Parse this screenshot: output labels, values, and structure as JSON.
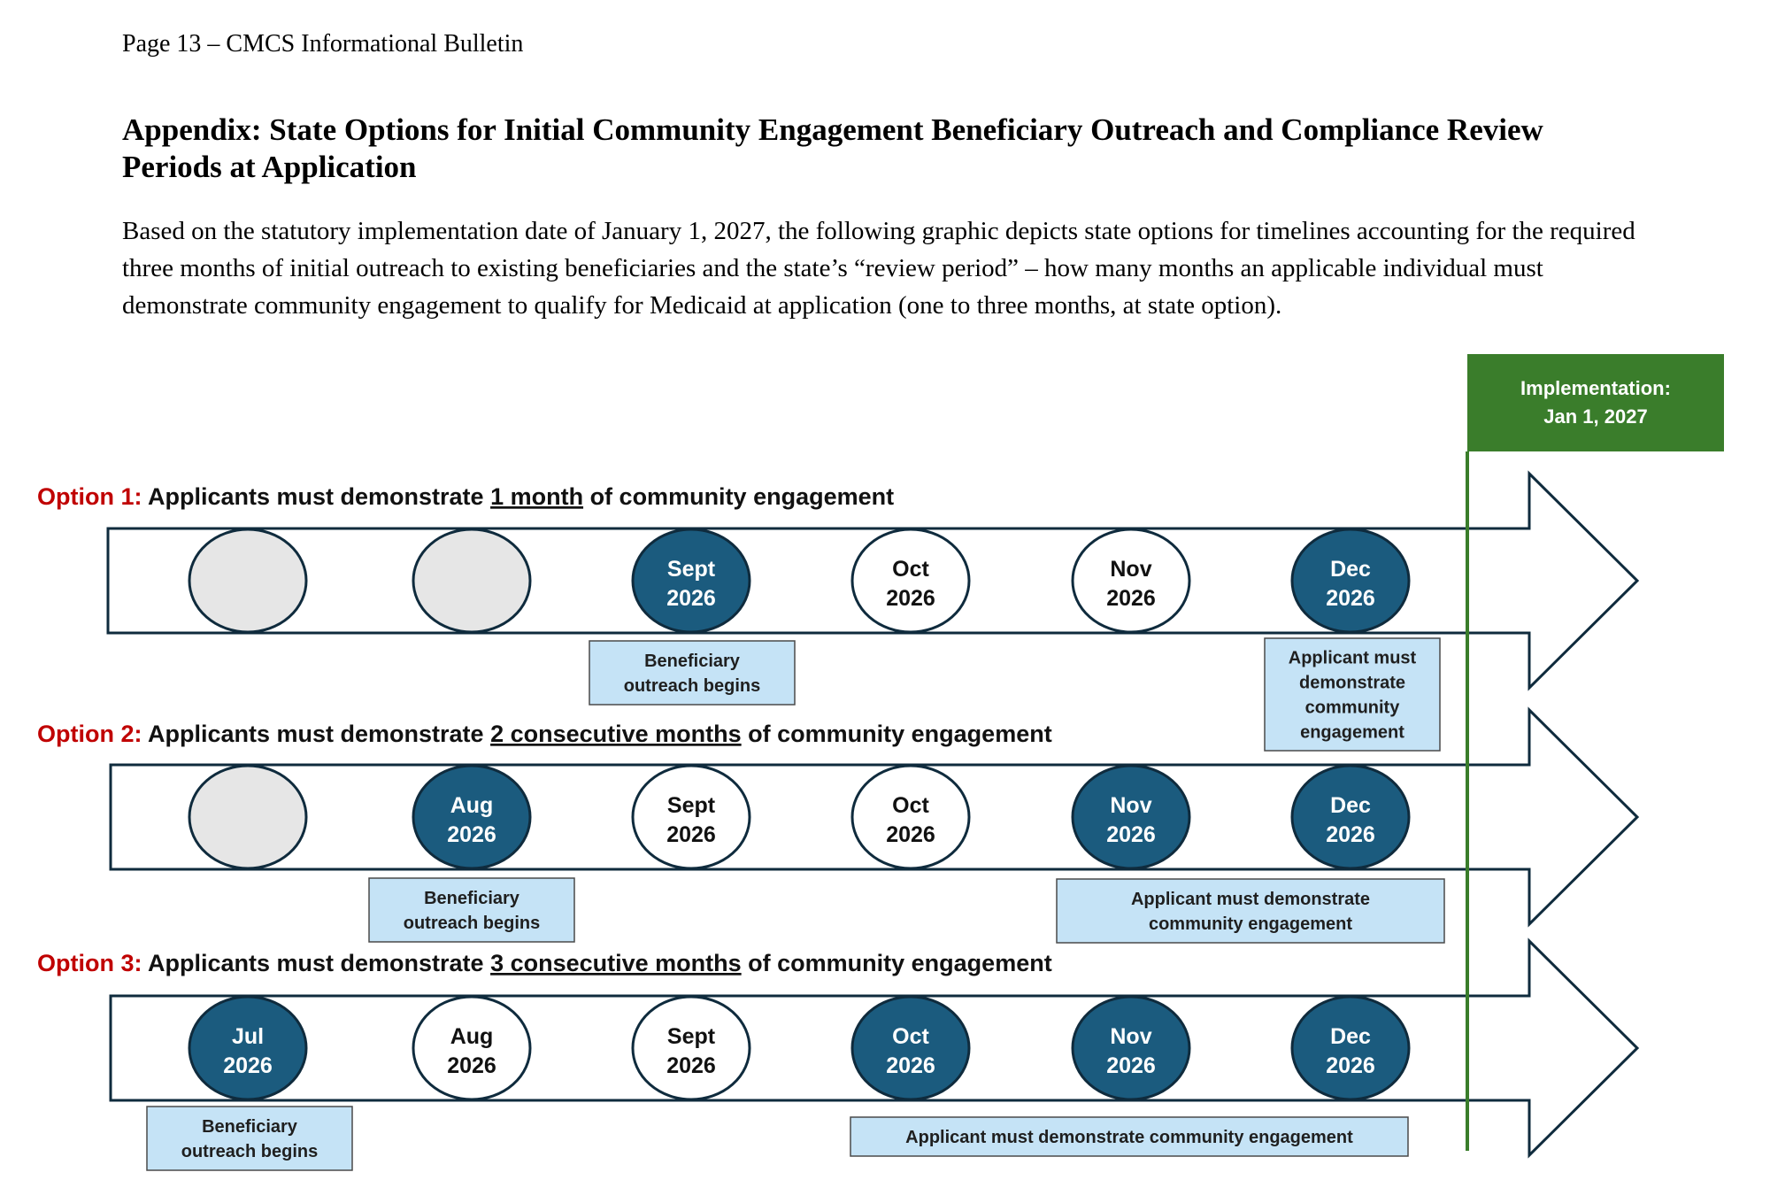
{
  "page_header": "Page 13 – CMCS Informational Bulletin",
  "appendix_title": "Appendix: State Options for Initial Community Engagement Beneficiary Outreach and Compliance Review Periods at Application",
  "intro_paragraph": "Based on the statutory implementation date of January 1, 2027, the following graphic depicts state options for timelines accounting for the required three months of initial outreach to existing beneficiaries and the state’s “review period” – how many months an applicable individual must demonstrate community engagement to qualify for Medicaid at application (one to three months, at state option).",
  "implementation": {
    "line1": "Implementation:",
    "line2": "Jan 1, 2027"
  },
  "colors": {
    "highlight_fill": "#1b5b7e",
    "empty_fill": "#e6e6e6",
    "outline": "#0f2b3d",
    "note_fill": "#c5e3f6",
    "implementation_green": "#3a7d2b",
    "option_red": "#c00000"
  },
  "options": [
    {
      "prefix": "Option 1:",
      "text_before": "Applicants must demonstrate",
      "underlined": "1 month",
      "text_after": "of community engagement",
      "months": [
        {
          "state": "empty",
          "l1": "",
          "l2": ""
        },
        {
          "state": "empty",
          "l1": "",
          "l2": ""
        },
        {
          "state": "filled",
          "l1": "Sept",
          "l2": "2026"
        },
        {
          "state": "outline",
          "l1": "Oct",
          "l2": "2026"
        },
        {
          "state": "outline",
          "l1": "Nov",
          "l2": "2026"
        },
        {
          "state": "filled",
          "l1": "Dec",
          "l2": "2026"
        }
      ],
      "notes": [
        {
          "lines": [
            "Beneficiary",
            "outreach begins"
          ]
        },
        {
          "lines": [
            "Applicant must",
            "demonstrate",
            "community",
            "engagement"
          ]
        }
      ]
    },
    {
      "prefix": "Option 2:",
      "text_before": "Applicants must demonstrate",
      "underlined": "2 consecutive months",
      "text_after": "of community engagement",
      "months": [
        {
          "state": "empty",
          "l1": "",
          "l2": ""
        },
        {
          "state": "filled",
          "l1": "Aug",
          "l2": "2026"
        },
        {
          "state": "outline",
          "l1": "Sept",
          "l2": "2026"
        },
        {
          "state": "outline",
          "l1": "Oct",
          "l2": "2026"
        },
        {
          "state": "filled",
          "l1": "Nov",
          "l2": "2026"
        },
        {
          "state": "filled",
          "l1": "Dec",
          "l2": "2026"
        }
      ],
      "notes": [
        {
          "lines": [
            "Beneficiary",
            "outreach begins"
          ]
        },
        {
          "lines": [
            "Applicant must demonstrate",
            "community engagement"
          ]
        }
      ]
    },
    {
      "prefix": "Option 3:",
      "text_before": "Applicants must demonstrate",
      "underlined": "3 consecutive months",
      "text_after": "of community engagement",
      "months": [
        {
          "state": "filled",
          "l1": "Jul",
          "l2": "2026"
        },
        {
          "state": "outline",
          "l1": "Aug",
          "l2": "2026"
        },
        {
          "state": "outline",
          "l1": "Sept",
          "l2": "2026"
        },
        {
          "state": "filled",
          "l1": "Oct",
          "l2": "2026"
        },
        {
          "state": "filled",
          "l1": "Nov",
          "l2": "2026"
        },
        {
          "state": "filled",
          "l1": "Dec",
          "l2": "2026"
        }
      ],
      "notes": [
        {
          "lines": [
            "Beneficiary",
            "outreach begins"
          ]
        },
        {
          "lines": [
            "Applicant must demonstrate community engagement"
          ]
        }
      ]
    }
  ]
}
